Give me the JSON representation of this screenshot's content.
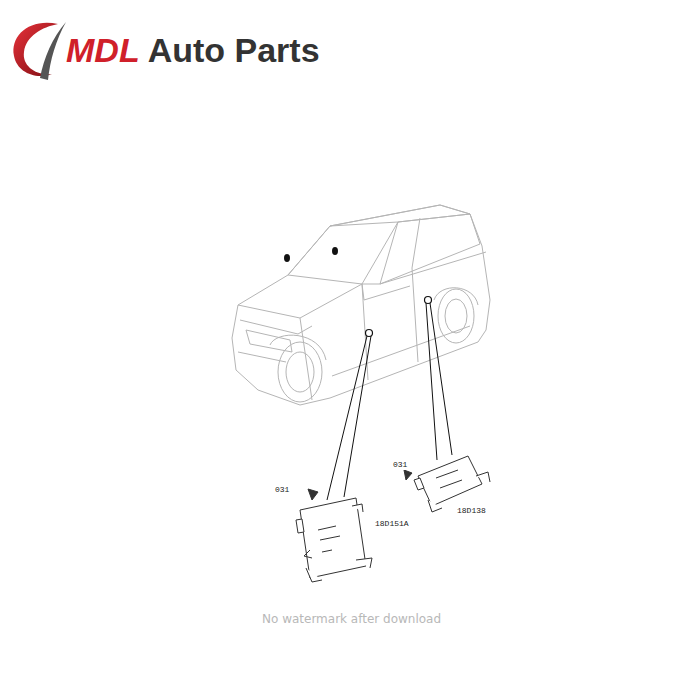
{
  "diagram": {
    "labels": [
      "MDL",
      "Auto Parts",
      "031",
      "18D151A",
      "031",
      "18D138",
      "No watermark after download"
    ]
  }
}
